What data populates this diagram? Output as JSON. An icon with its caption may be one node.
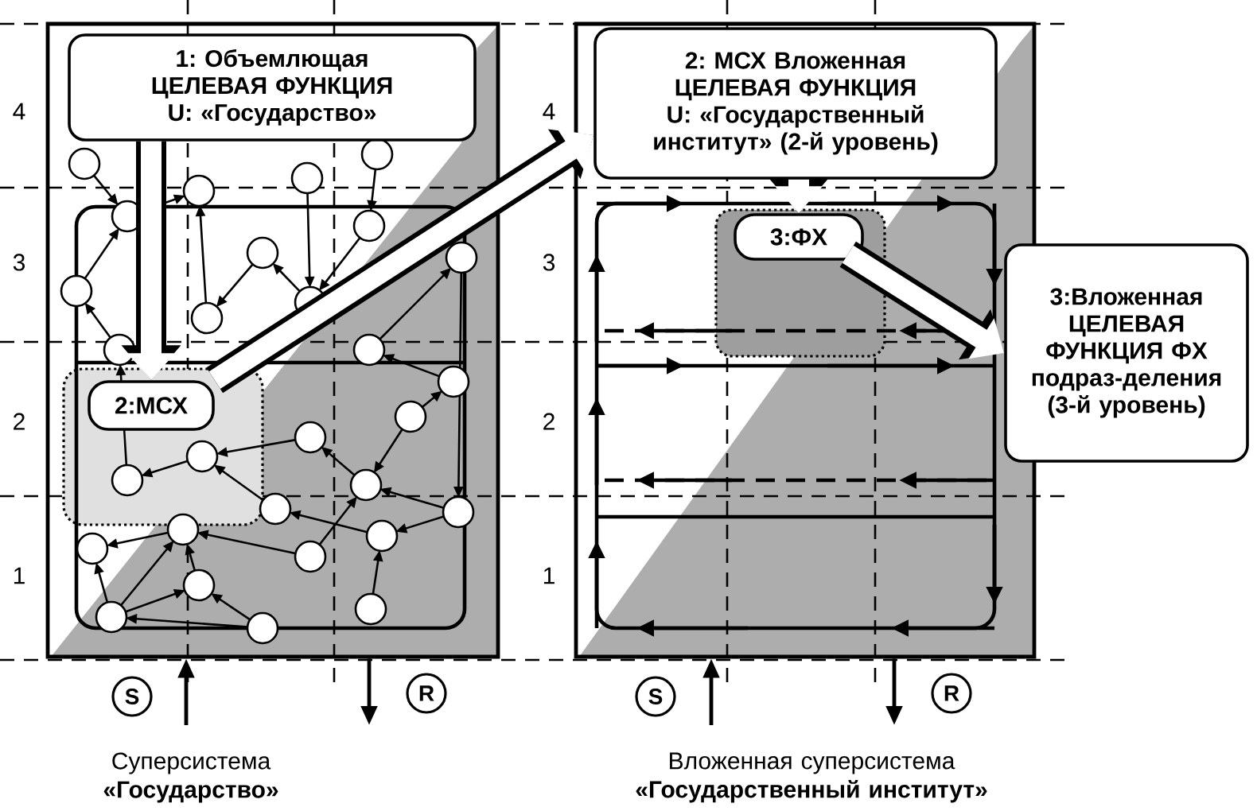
{
  "diagram": {
    "nodes": [
      {
        "text": [],
        "shape": "box"
      },
      {
        "text": [
          "1: Объемлющая ЦЕЛЕВАЯ ФУНКЦИЯ U: «Государство»"
        ],
        "in": 0
      },
      {
        "text": [
          "2:МСХ"
        ],
        "in": 0
      },
      {
        "text": [],
        "shape": "box"
      },
      {
        "text": [
          "2: МСХ Вложенная ЦЕЛЕВАЯ ФУНКЦИЯ U: «Государственный институт» (2-й уровень)"
        ],
        "in": 3
      },
      {
        "text": [
          "3:ФХ"
        ],
        "in": 3
      },
      {
        "text": [
          "3:Вложенная ЦЕЛЕВАЯ ФУНКЦИЯ ФХ подраз-деления (3-й уровень)"
        ]
      },
      {
        "text": [
          "S"
        ]
      },
      {
        "text": [
          "R"
        ]
      },
      {
        "text": [
          "S"
        ]
      },
      {
        "text": [
          "R"
        ]
      }
    ],
    "edges": [
      {
        "from": 1,
        "to": 2,
        "arrow": "to",
        "style": "thick"
      },
      {
        "from": 2,
        "to": 4,
        "arrow": "to",
        "style": "thick"
      },
      {
        "from": 4,
        "to": 5,
        "arrow": "to",
        "style": "thick"
      },
      {
        "from": 5,
        "to": 6,
        "arrow": "to",
        "style": "thick"
      },
      {
        "from": null,
        "to": 0,
        "arrow": "to",
        "color": "#000000"
      },
      {
        "from": 0,
        "to": null,
        "arrow": "to",
        "color": "#000000"
      },
      {
        "from": null,
        "to": 3,
        "arrow": "to",
        "color": "#000000"
      },
      {
        "from": 3,
        "to": null,
        "arrow": "to",
        "color": "#000000"
      }
    ],
    "labels": [
      "4",
      "3",
      "2",
      "1",
      "4",
      "3",
      "2",
      "1",
      "Суперсистема **«Государство»**",
      "Вложенная суперсистема **«Государственный институт»**"
    ]
  }
}
